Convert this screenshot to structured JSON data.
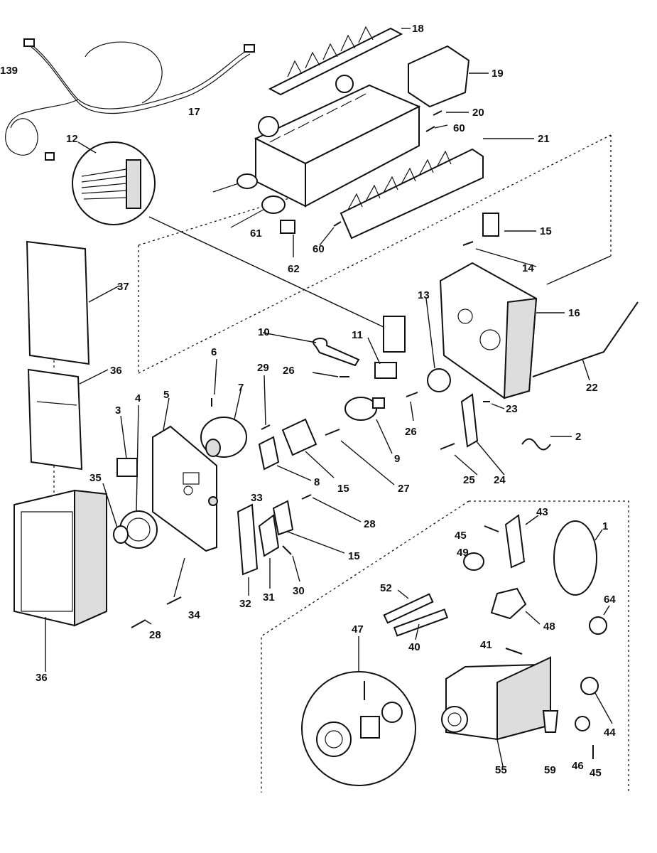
{
  "labels": {
    "p1": "1",
    "p2": "2",
    "p3": "3",
    "p4": "4",
    "p5": "5",
    "p6": "6",
    "p7": "7",
    "p8": "8",
    "p9": "9",
    "p10": "10",
    "p11": "11",
    "p12": "12",
    "p13": "13",
    "p14": "14",
    "p15a": "15",
    "p15b": "15",
    "p15c": "15",
    "p16": "16",
    "p17": "17",
    "p18": "18",
    "p19": "19",
    "p20": "20",
    "p21": "21",
    "p22": "22",
    "p23": "23",
    "p24": "24",
    "p25": "25",
    "p26a": "26",
    "p26b": "26",
    "p27": "27",
    "p28a": "28",
    "p28b": "28",
    "p29": "29",
    "p30": "30",
    "p31": "31",
    "p32": "32",
    "p33": "33",
    "p34": "34",
    "p35": "35",
    "p36a": "36",
    "p36b": "36",
    "p37": "37",
    "p39": "139",
    "p40": "40",
    "p41": "41",
    "p43": "43",
    "p44": "44",
    "p45a": "45",
    "p45b": "45",
    "p46": "46",
    "p47": "47",
    "p48": "48",
    "p49": "49",
    "p52": "52",
    "p55": "55",
    "p59": "59",
    "p60a": "60",
    "p60b": "60",
    "p61": "61",
    "p62": "62",
    "p64": "64"
  }
}
